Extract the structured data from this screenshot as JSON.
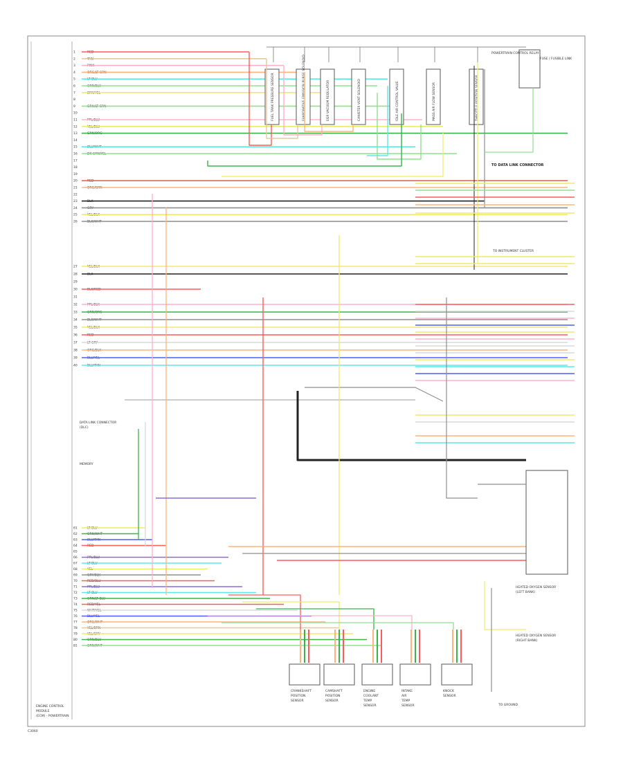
{
  "diagram": {
    "title_block": [
      "ENGINE CONTROL",
      "MODULE",
      "(ECM) - POWERTRAIN"
    ],
    "page_code": "C3060",
    "wire_colors": {
      "red": "#ff5a5a",
      "pink": "#ffb0c8",
      "orange": "#ffb27a",
      "yellow": "#f2e96a",
      "lightgreen": "#8fe08f",
      "green": "#39b24a",
      "cyan": "#5fe6ea",
      "blue": "#4d5cff",
      "violet": "#8a6ad8",
      "tan": "#e6c89c",
      "gray": "#8e8e8e",
      "black": "#222222",
      "white": "#d8d8d8",
      "brown": "#b08060"
    },
    "ecm_pins_top": [
      {
        "pin": "1",
        "color": "RED"
      },
      {
        "pin": "2",
        "color": "TAN"
      },
      {
        "pin": "3",
        "color": "PINK"
      },
      {
        "pin": "4",
        "color": "ORG/LT GRN"
      },
      {
        "pin": "5",
        "color": "LT BLU"
      },
      {
        "pin": "6",
        "color": "GRN/BLU"
      },
      {
        "pin": "7",
        "color": "BRN/YEL"
      },
      {
        "pin": "8",
        "color": ""
      },
      {
        "pin": "9",
        "color": "GRN/LT GRN"
      },
      {
        "pin": "10",
        "color": ""
      },
      {
        "pin": "11",
        "color": "PPL/BLU"
      },
      {
        "pin": "12",
        "color": "YEL/BLU"
      },
      {
        "pin": "13",
        "color": "GRN/ORG"
      },
      {
        "pin": "14",
        "color": ""
      },
      {
        "pin": "15",
        "color": "BLU/WHT"
      },
      {
        "pin": "16",
        "color": "DK GRN/YEL"
      },
      {
        "pin": "17",
        "color": ""
      },
      {
        "pin": "18",
        "color": ""
      },
      {
        "pin": "19",
        "color": ""
      },
      {
        "pin": "20",
        "color": "RED"
      },
      {
        "pin": "21",
        "color": "ORG/GRN"
      },
      {
        "pin": "22",
        "color": ""
      },
      {
        "pin": "23",
        "color": "BLK"
      },
      {
        "pin": "24",
        "color": "GRY"
      },
      {
        "pin": "25",
        "color": "YEL/BLK"
      },
      {
        "pin": "26",
        "color": "BLK/WHT"
      }
    ],
    "ecm_pins_mid": [
      {
        "pin": "27",
        "color": "YEL/BLK"
      },
      {
        "pin": "28",
        "color": "BLK"
      },
      {
        "pin": "29",
        "color": ""
      },
      {
        "pin": "30",
        "color": "BLK/RED"
      },
      {
        "pin": "31",
        "color": ""
      },
      {
        "pin": "32",
        "color": "PPL/BLK"
      },
      {
        "pin": "33",
        "color": "GRN/ORG"
      },
      {
        "pin": "34",
        "color": "BLK/WHT"
      },
      {
        "pin": "35",
        "color": "YEL/BLK"
      },
      {
        "pin": "36",
        "color": "RED"
      },
      {
        "pin": "37",
        "color": "LT GRY"
      },
      {
        "pin": "38",
        "color": "ORG/BLK"
      },
      {
        "pin": "39",
        "color": "BLU/YEL"
      },
      {
        "pin": "40",
        "color": "BLU/TAN"
      }
    ],
    "ecm_pins_bottom": [
      {
        "pin": "61",
        "color": "LT BLU"
      },
      {
        "pin": "62",
        "color": "GRN/WHT"
      },
      {
        "pin": "63",
        "color": "BLU/TAN"
      },
      {
        "pin": "64",
        "color": "RED"
      },
      {
        "pin": "65",
        "color": ""
      },
      {
        "pin": "66",
        "color": "PPL/BLU"
      },
      {
        "pin": "67",
        "color": "LT BLU"
      },
      {
        "pin": "68",
        "color": "YEL"
      },
      {
        "pin": "69",
        "color": "GRY/BLK"
      },
      {
        "pin": "70",
        "color": "RED/BLU"
      },
      {
        "pin": "71",
        "color": "PPL/BLU"
      },
      {
        "pin": "72",
        "color": "LT BLU"
      },
      {
        "pin": "73",
        "color": "GRN/LT BLU"
      },
      {
        "pin": "74",
        "color": "RED/YEL"
      },
      {
        "pin": "75",
        "color": "WHT/YEL"
      },
      {
        "pin": "76",
        "color": "BLU/YEL"
      },
      {
        "pin": "77",
        "color": "ORG/WHT"
      },
      {
        "pin": "78",
        "color": "YEL/BRN"
      },
      {
        "pin": "79",
        "color": "YEL/GRY"
      },
      {
        "pin": "80",
        "color": "GRN/BLU"
      },
      {
        "pin": "81",
        "color": "GRN/WHT"
      }
    ],
    "top_components": [
      "FUEL TANK PRESSURE SENSOR",
      "EVAPORATIVE EMISSION PURGE SOLENOID",
      "EGR VACUUM REGULATOR",
      "CANISTER VENT SOLENOID",
      "IDLE AIR CONTROL VALVE",
      "MASS AIR FLOW SENSOR",
      "THROTTLE POSITION SENSOR"
    ],
    "right_labels": [
      "POWERTRAIN CONTROL RELAY",
      "FUSE / FUSIBLE LINK",
      "TO GROUND",
      "TO DATA LINK CONNECTOR",
      "TO INSTRUMENT CLUSTER"
    ],
    "bottom_components": [
      "CRANKSHAFT POSITION SENSOR",
      "CAMSHAFT POSITION SENSOR",
      "ENGINE COOLANT TEMP SENSOR",
      "INTAKE AIR TEMP SENSOR",
      "KNOCK SENSOR"
    ],
    "right_module": [
      "HEATED OXYGEN SENSOR",
      "(LEFT BANK)",
      "HEATED OXYGEN SENSOR",
      "(RIGHT BANK)"
    ],
    "left_notes": [
      "DATA LINK CONNECTOR",
      "(DLC)",
      "MEMORY"
    ]
  }
}
